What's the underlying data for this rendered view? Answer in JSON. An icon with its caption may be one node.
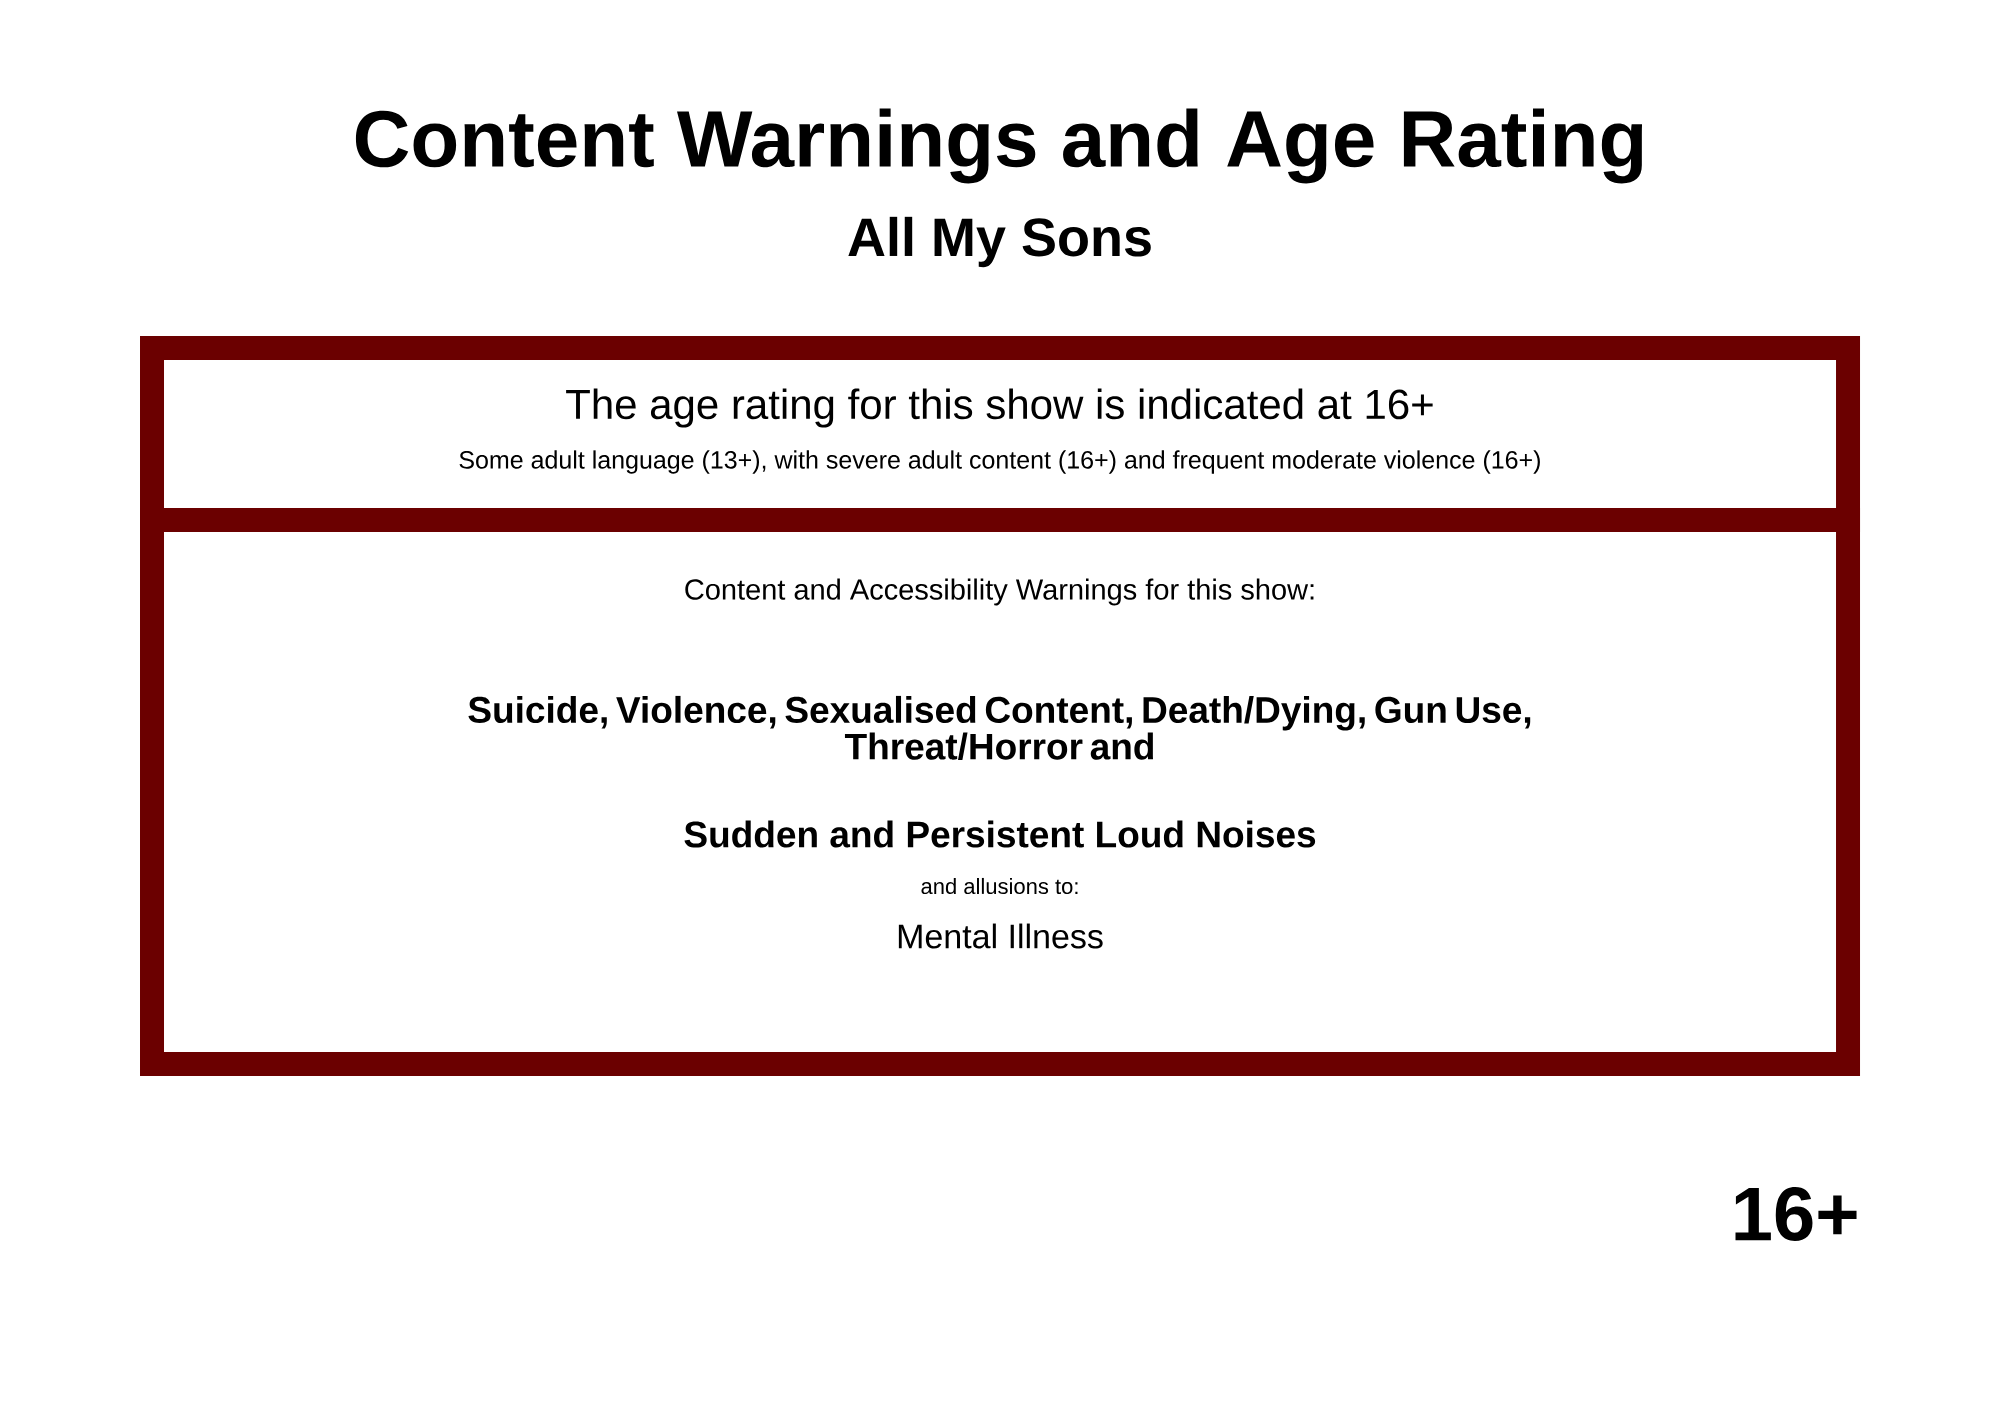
{
  "diagram": {
    "title": "Content Warnings and Age Rating",
    "nodes": [
      {
        "text": [
          "The age rating for this show is indicated at 16+",
          "Some adult language (13+), with severe adult content (16+) and frequent moderate violence (16+)"
        ]
      },
      {
        "text": [
          "Content and Accessibility Warnings for this show:",
          "Suicide, Violence, Sexualised Content, Death/Dying, Gun Use, Threat/Horror and",
          "Sudden and Persistent Loud Noises",
          "and allusions to:",
          "Mental Illness"
        ]
      }
    ],
    "labels": [
      "All My Sons",
      "16+"
    ]
  }
}
